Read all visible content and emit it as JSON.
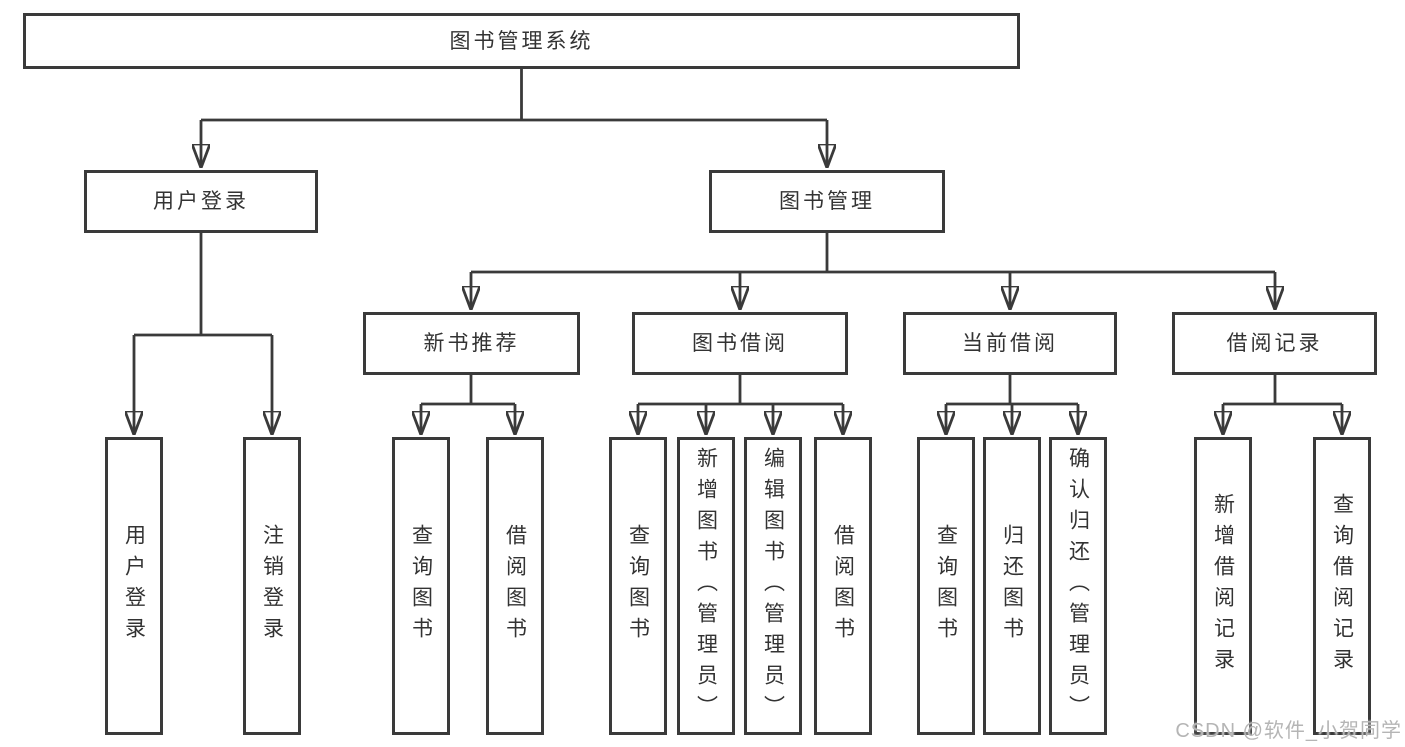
{
  "diagram": {
    "root": {
      "label": "图书管理系统"
    },
    "level2": [
      {
        "label": "用户登录"
      },
      {
        "label": "图书管理"
      }
    ],
    "level3": [
      {
        "label": "新书推荐",
        "parent": "图书管理"
      },
      {
        "label": "图书借阅",
        "parent": "图书管理"
      },
      {
        "label": "当前借阅",
        "parent": "图书管理"
      },
      {
        "label": "借阅记录",
        "parent": "图书管理"
      }
    ],
    "leaves": [
      {
        "label": "用户登录",
        "parent": "用户登录"
      },
      {
        "label": "注销登录",
        "parent": "用户登录"
      },
      {
        "label": "查询图书",
        "parent": "新书推荐"
      },
      {
        "label": "借阅图书",
        "parent": "新书推荐"
      },
      {
        "label": "查询图书",
        "parent": "图书借阅"
      },
      {
        "label": "新增图书（管理员）",
        "parent": "图书借阅"
      },
      {
        "label": "编辑图书（管理员）",
        "parent": "图书借阅"
      },
      {
        "label": "借阅图书",
        "parent": "图书借阅"
      },
      {
        "label": "查询图书",
        "parent": "当前借阅"
      },
      {
        "label": "归还图书",
        "parent": "当前借阅"
      },
      {
        "label": "确认归还（管理员）",
        "parent": "当前借阅"
      },
      {
        "label": "新增借阅记录",
        "parent": "借阅记录"
      },
      {
        "label": "查询借阅记录",
        "parent": "借阅记录"
      }
    ]
  },
  "watermark": {
    "text": "CSDN @软件_小贺同学"
  },
  "colors": {
    "line": "#3a3a3a",
    "box_border": "#3a3a3a",
    "text": "#333333",
    "watermark": "#b5b5b5",
    "background": "#ffffff"
  }
}
